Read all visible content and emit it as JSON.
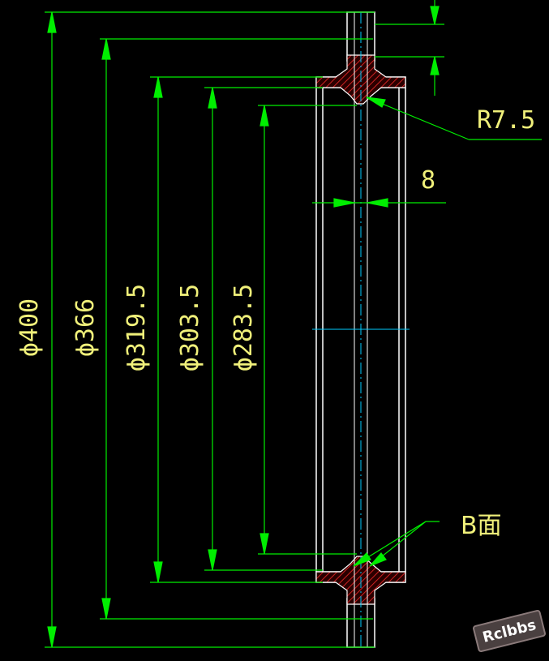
{
  "drawing": {
    "background": "#000000",
    "colors": {
      "dimension": "#00ee00",
      "outline": "#ffffff",
      "centerline": "#00ccff",
      "text": "#f0f07a",
      "hatch": "#cc2222"
    },
    "dimensions": {
      "d400": "ϕ400",
      "d366": "ϕ366",
      "d319": "ϕ319.5",
      "d303": "ϕ303.5",
      "d283": "ϕ283.5",
      "thickness": "8"
    },
    "notes": {
      "radius": "R7.5",
      "surface": "B面"
    },
    "watermark": "Rclbbs"
  }
}
